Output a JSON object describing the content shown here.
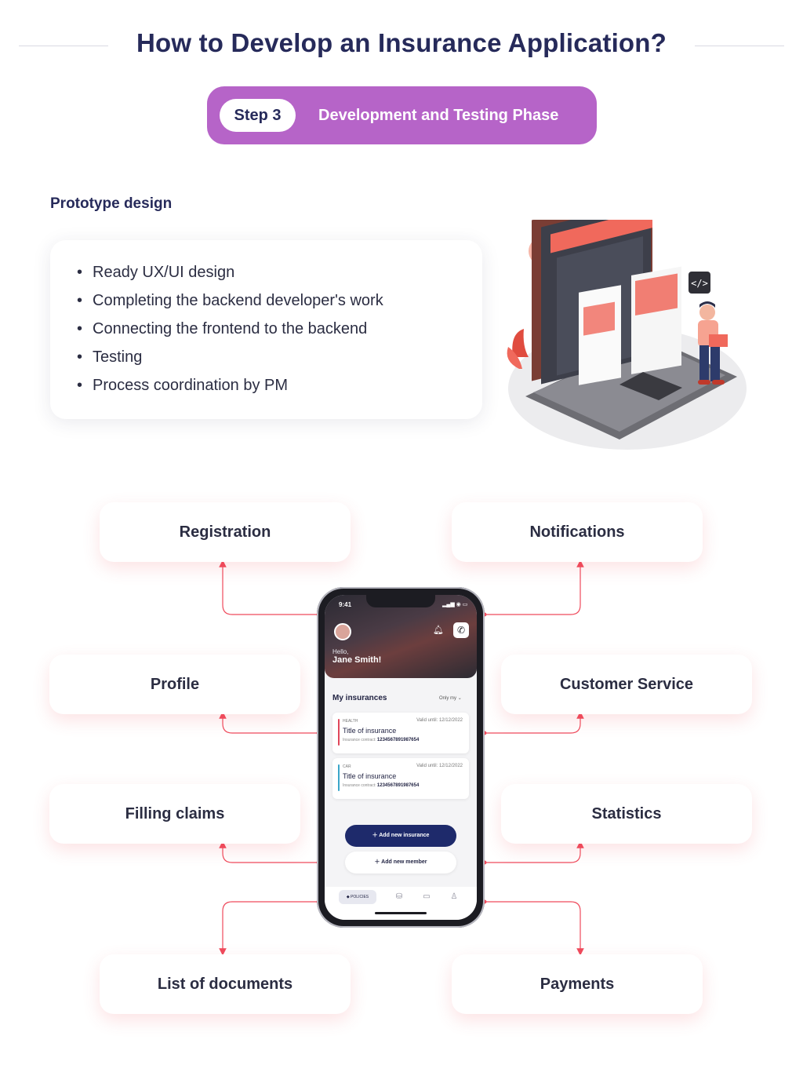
{
  "header": {
    "title": "How to Develop an Insurance Application?",
    "step_badge": "Step 3",
    "step_label": "Development and Testing Phase"
  },
  "prototype": {
    "title": "Prototype design",
    "items": [
      "Ready UX/UI design",
      "Completing the backend developer's work",
      "Connecting the frontend to the backend",
      "Testing",
      "Process coordination by PM"
    ]
  },
  "features": {
    "registration": "Registration",
    "notifications": "Notifications",
    "profile": "Profile",
    "customer_service": "Customer Service",
    "filling_claims": "Filling claims",
    "statistics": "Statistics",
    "list_of_documents": "List of documents",
    "payments": "Payments"
  },
  "phone": {
    "time": "9:41",
    "greeting": "Hello,",
    "user_name": "Jane Smith!",
    "section_title": "My insurances",
    "filter": "Only my",
    "cards": [
      {
        "category": "HEALTH",
        "valid": "Valid until: 12/12/2022",
        "title": "Title of insurance",
        "contract_label": "Insurance contract:",
        "contract_number": "1234567891987654",
        "accent": "#e0475a"
      },
      {
        "category": "CAR",
        "valid": "Valid until: 12/12/2022",
        "title": "Title of insurance",
        "contract_label": "Insurance contract:",
        "contract_number": "1234567891987654",
        "accent": "#3aa6c9"
      }
    ],
    "add_insurance": "Add new insurance",
    "add_member": "Add new member",
    "tab_policies": "POLICIES"
  },
  "colors": {
    "accent_purple": "#b664c8",
    "connector_red": "#ef4a5c",
    "navy": "#262a5a",
    "button_navy": "#1e2a6b"
  }
}
